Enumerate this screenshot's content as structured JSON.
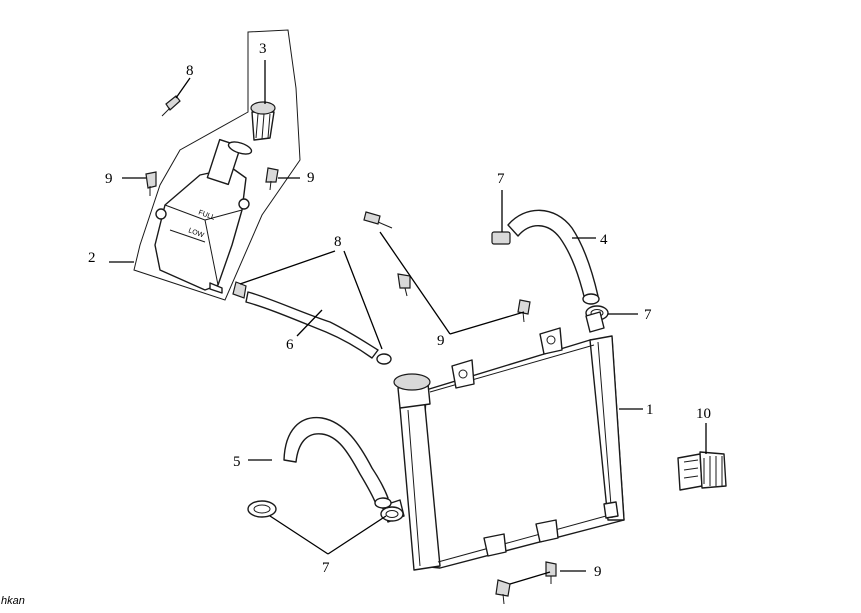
{
  "callouts": {
    "c1": "1",
    "c2": "2",
    "c3": "3",
    "c4": "4",
    "c5": "5",
    "c6": "6",
    "c7a": "7",
    "c7b": "7",
    "c7c": "7",
    "c8a": "8",
    "c8b": "8",
    "c9a": "9",
    "c9b": "9",
    "c9c": "9",
    "c9d": "9",
    "c10": "10"
  },
  "reservoir_text": {
    "full": "FULL",
    "low": "LOW"
  },
  "watermark": "hkan",
  "colors": {
    "line": "#1a1a1a",
    "background": "#ffffff"
  }
}
